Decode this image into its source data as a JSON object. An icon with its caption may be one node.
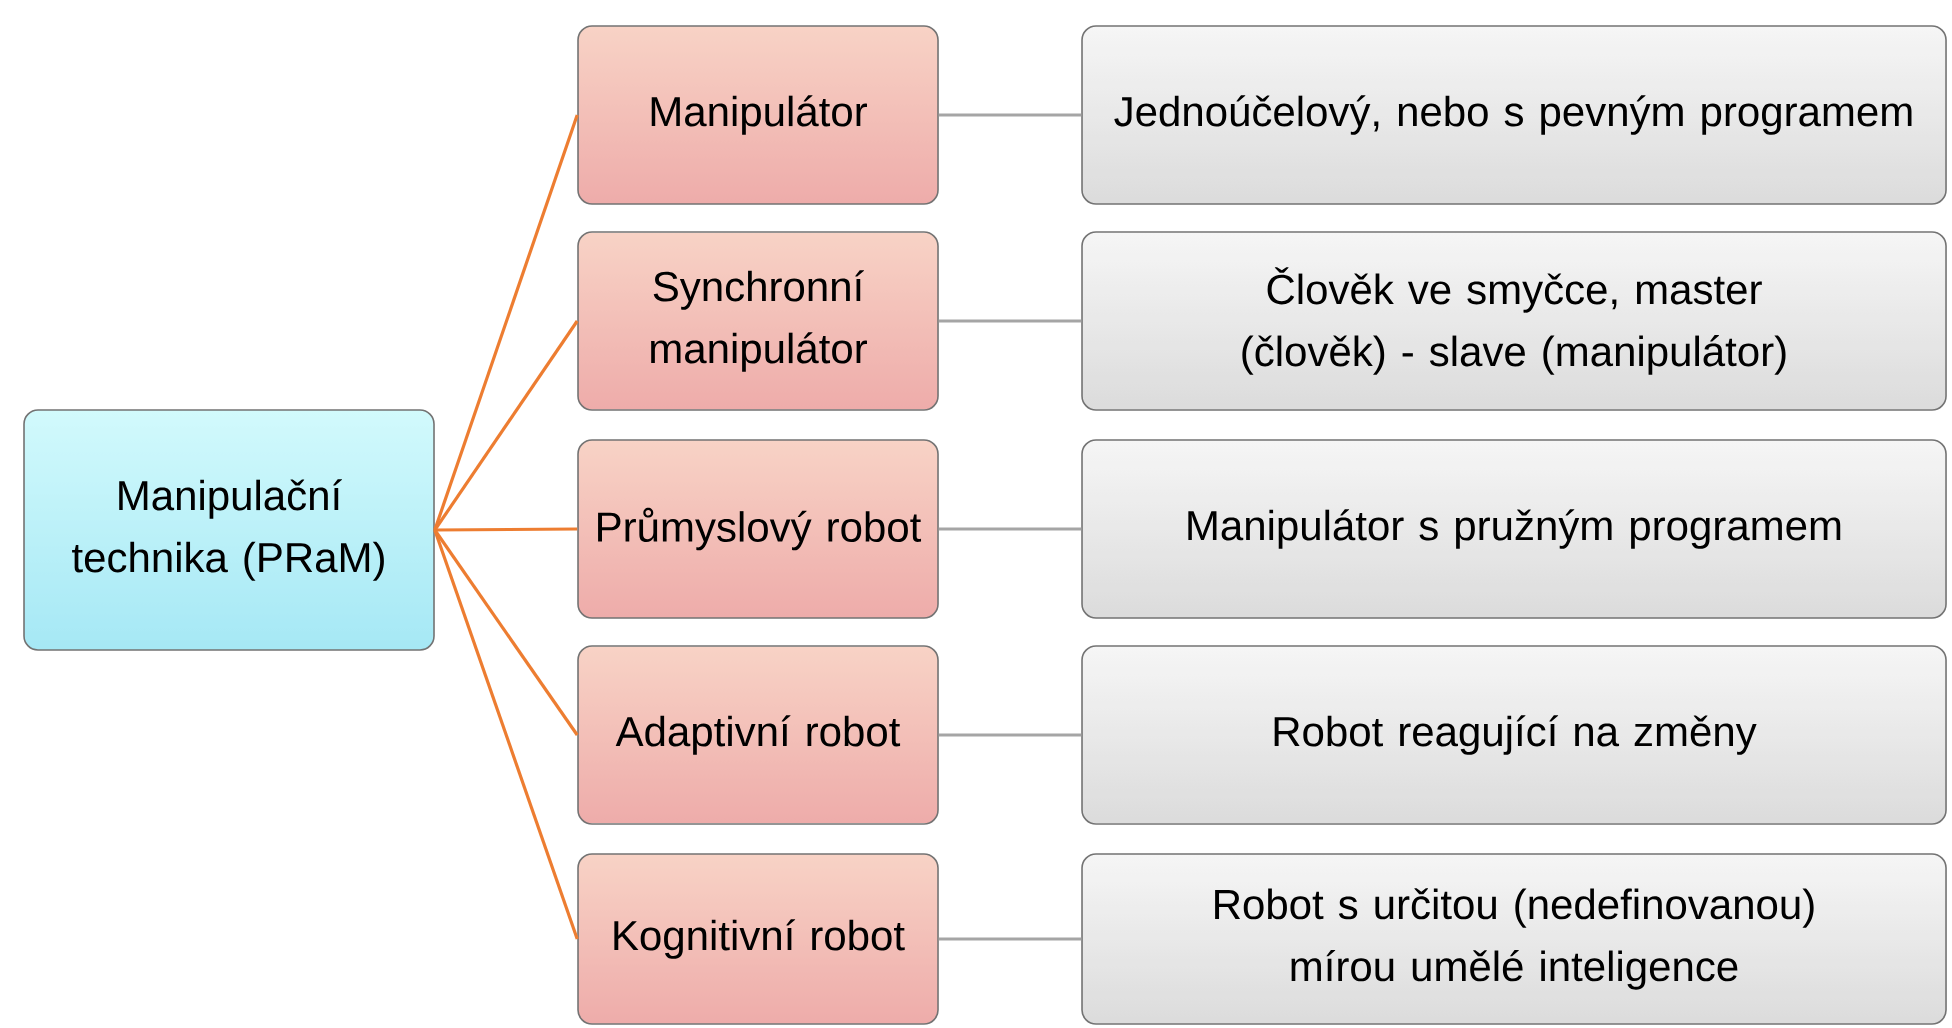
{
  "diagram": {
    "nodes": [
      {
        "text": [
          "Manipulační technika (PRaM)"
        ]
      },
      {
        "text": [
          "Manipulátor"
        ]
      },
      {
        "text": [
          "Synchronní manipulátor"
        ]
      },
      {
        "text": [
          "Průmyslový robot"
        ]
      },
      {
        "text": [
          "Adaptivní robot"
        ]
      },
      {
        "text": [
          "Kognitivní robot"
        ]
      },
      {
        "text": [
          "Jednoúčelový, nebo s pevným programem"
        ]
      },
      {
        "text": [
          "Člověk ve smyčce, master (člověk) - slave (manipulátor)"
        ]
      },
      {
        "text": [
          "Manipulátor s pružným programem"
        ]
      },
      {
        "text": [
          "Robot reagující na změny"
        ]
      },
      {
        "text": [
          "Robot s určitou (nedefinovanou) mírou umělé inteligence"
        ]
      }
    ],
    "edges": [
      {
        "from": 0,
        "to": 1,
        "arrow": "none",
        "color": "#ed7d31"
      },
      {
        "from": 0,
        "to": 2,
        "arrow": "none",
        "color": "#ed7d31"
      },
      {
        "from": 0,
        "to": 3,
        "arrow": "none",
        "color": "#ed7d31"
      },
      {
        "from": 0,
        "to": 4,
        "arrow": "none",
        "color": "#ed7d31"
      },
      {
        "from": 0,
        "to": 5,
        "arrow": "none",
        "color": "#ed7d31"
      },
      {
        "from": 1,
        "to": 6,
        "arrow": "none",
        "color": "#a5a5a5"
      },
      {
        "from": 2,
        "to": 7,
        "arrow": "none",
        "color": "#a5a5a5"
      },
      {
        "from": 3,
        "to": 8,
        "arrow": "none",
        "color": "#a5a5a5"
      },
      {
        "from": 4,
        "to": 9,
        "arrow": "none",
        "color": "#a5a5a5"
      },
      {
        "from": 5,
        "to": 10,
        "arrow": "none",
        "color": "#a5a5a5"
      }
    ]
  }
}
